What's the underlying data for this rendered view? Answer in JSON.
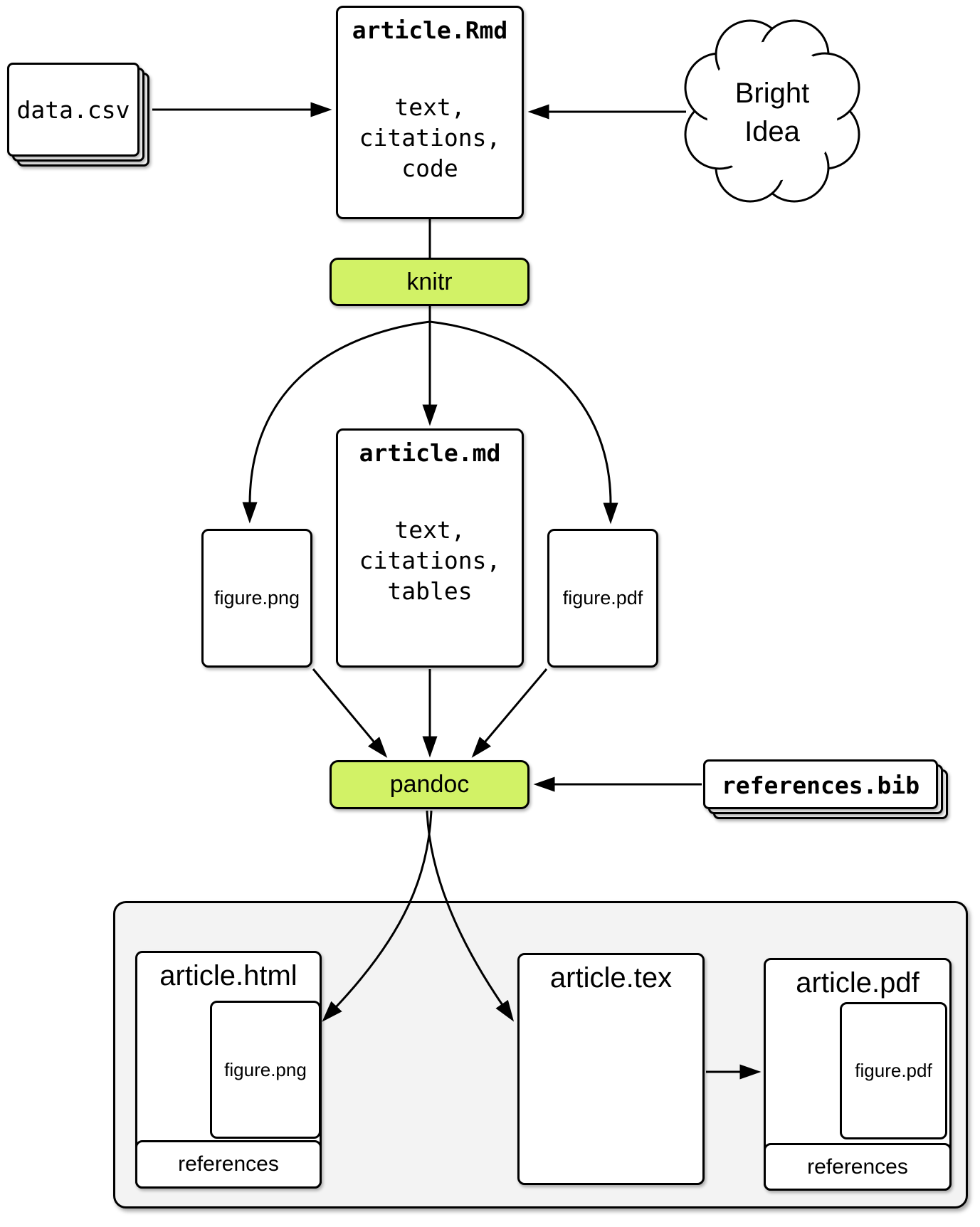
{
  "diagram": {
    "nodes": {
      "data_csv": {
        "label": "data.csv"
      },
      "article_rmd": {
        "title": "article.Rmd",
        "body": "text,\ncitations,\ncode"
      },
      "bright_idea": {
        "line1": "Bright",
        "line2": "Idea"
      },
      "knitr": {
        "label": "knitr"
      },
      "article_md": {
        "title": "article.md",
        "body": "text,\ncitations,\ntables"
      },
      "figure_png": {
        "label": "figure.png"
      },
      "figure_pdf": {
        "label": "figure.pdf"
      },
      "pandoc": {
        "label": "pandoc"
      },
      "references_bib": {
        "label": "references.bib"
      },
      "article_html": {
        "title": "article.html",
        "figure": "figure.png",
        "references": "references"
      },
      "article_tex": {
        "title": "article.tex"
      },
      "article_pdf": {
        "title": "article.pdf",
        "figure": "figure.pdf",
        "references": "references"
      }
    },
    "colors": {
      "process_fill": "#d2f266",
      "container_fill": "#f3f3f3",
      "stroke": "#000000"
    }
  }
}
